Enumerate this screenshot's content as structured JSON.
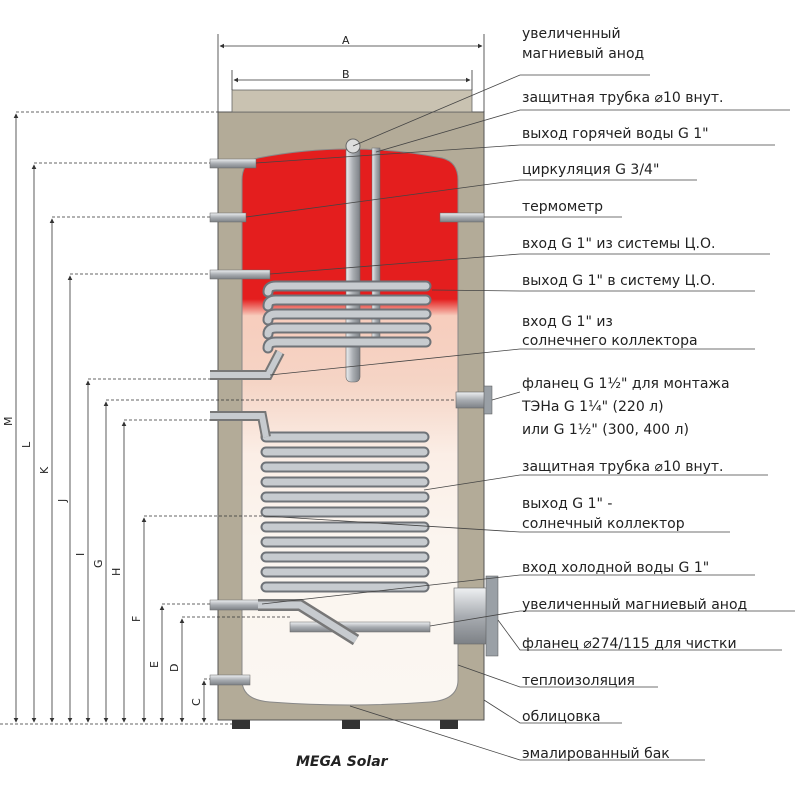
{
  "caption": "MEGA  Solar",
  "dimensions": {
    "A": "A",
    "B": "B",
    "C": "C",
    "D": "D",
    "E": "E",
    "F": "F",
    "G": "G",
    "H": "H",
    "I": "I",
    "J": "J",
    "K": "K",
    "L": "L",
    "M": "M"
  },
  "labels": {
    "anode_top_1": "увеличенный",
    "anode_top_2": "магниевый анод",
    "sleeve_top": "защитная трубка ⌀10 внут.",
    "hot_out": "выход горячей воды G 1\"",
    "circulation": "циркуляция G 3/4\"",
    "thermometer": "термометр",
    "co_in": "вход G 1\" из системы Ц.О.",
    "co_out": "выход G 1\" в систему Ц.О.",
    "solar_in_1": "вход G 1\" из",
    "solar_in_2": "солнечнего коллектора",
    "flange_1": "фланец G 1½\" для монтажа",
    "flange_2": "ТЭНа G 1¼\" (220 л)",
    "flange_3": "или G 1½\" (300, 400 л)",
    "sleeve_mid": "защитная трубка ⌀10 внут.",
    "solar_out_1": "выход G 1\" -",
    "solar_out_2": "солнечный коллектор",
    "cold_in": "вход холодной воды G 1\"",
    "anode_bottom": "увеличенный магниевый анод",
    "flange_clean": "фланец ⌀274/115 для чистки",
    "insulation": "теплоизоляция",
    "cladding": "облицовка",
    "tank": "эмалированный бак"
  },
  "colors": {
    "outer_shell": "#b3ab98",
    "tank_hot": "#e41e1e",
    "tank_warm": "#f6c8b8",
    "tank_cool": "#f8f4ee",
    "pipe": "#c2c6ca",
    "text": "#222222"
  }
}
